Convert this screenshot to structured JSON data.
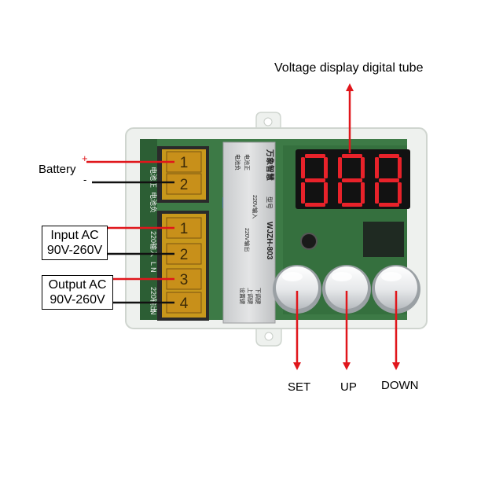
{
  "labels": {
    "display": "Voltage display digital tube",
    "battery": "Battery",
    "battery_plus": "+",
    "battery_minus": "-",
    "input_ac_line1": "Input AC",
    "input_ac_line2": "90V-260V",
    "output_ac_line1": "Output AC",
    "output_ac_line2": "90V-260V",
    "set": "SET",
    "up": "UP",
    "down": "DOWN"
  },
  "nameplate": {
    "title": "万象智慧",
    "model_label": "型号",
    "model": "WJZH-803",
    "left_col1": "电池正",
    "left_col2": "电池负",
    "mid_col1": "220V输入",
    "mid_col2": "220V输出",
    "right_1": "下调键",
    "right_2": "上调键",
    "right_3": "设置键"
  },
  "board_text": {
    "pcb_left_top": "电池正",
    "pcb_left_mid": "电池负",
    "pcb_left_in": "220输入",
    "pcb_left_ln": "L N",
    "pcb_left_out": "220输出",
    "pcb_left_n": "N"
  },
  "terminals_top": [
    "1",
    "2"
  ],
  "terminals_bottom": [
    "1",
    "2",
    "3",
    "4"
  ],
  "display_digits": [
    "8",
    "8",
    "8"
  ],
  "colors": {
    "arrow_red": "#e0161b",
    "wire_black": "#111111",
    "pcb_green": "#2f6b3a",
    "terminal_amber": "#d9a419",
    "display_red": "#e8222a",
    "housing": "#eef1ee"
  }
}
